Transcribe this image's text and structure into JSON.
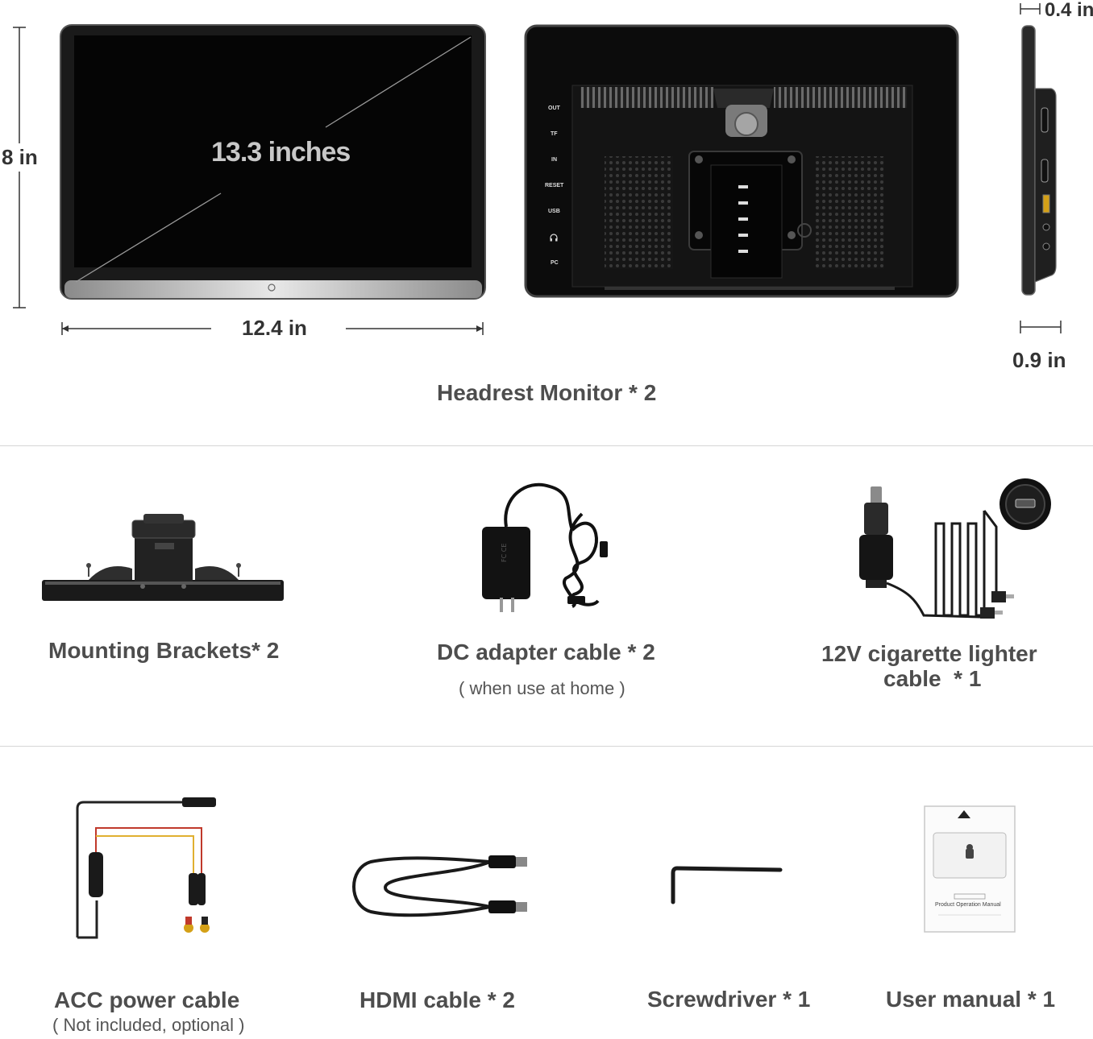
{
  "monitor": {
    "screen_size_label": "13.3 inches",
    "height_label": "8 in",
    "width_label": "12.4 in",
    "thickness_top_label": "0.4 in",
    "thickness_bottom_label": "0.9 in",
    "caption": "Headrest Monitor * 2",
    "ports": [
      "OUT",
      "TF",
      "IN",
      "RESET",
      "USB",
      "headphone",
      "PC"
    ]
  },
  "row2": {
    "brackets": {
      "title": "Mounting Brackets* 2"
    },
    "dc_adapter": {
      "title": "DC adapter cable * 2",
      "note": "( when use at home )"
    },
    "lighter": {
      "title_line1": "12V cigarette lighter",
      "title_line2": "cable  * 1"
    }
  },
  "row3": {
    "acc": {
      "title": "ACC power cable",
      "note": "( Not included, optional )"
    },
    "hdmi": {
      "title": "HDMI cable * 2"
    },
    "screwdriver": {
      "title": "Screwdriver * 1"
    },
    "manual": {
      "title": "User manual * 1",
      "booklet_text": "Product Operation Manual"
    }
  },
  "colors": {
    "text": "#4d4d4d",
    "divider": "#d6d6d6",
    "device": "#111111"
  }
}
